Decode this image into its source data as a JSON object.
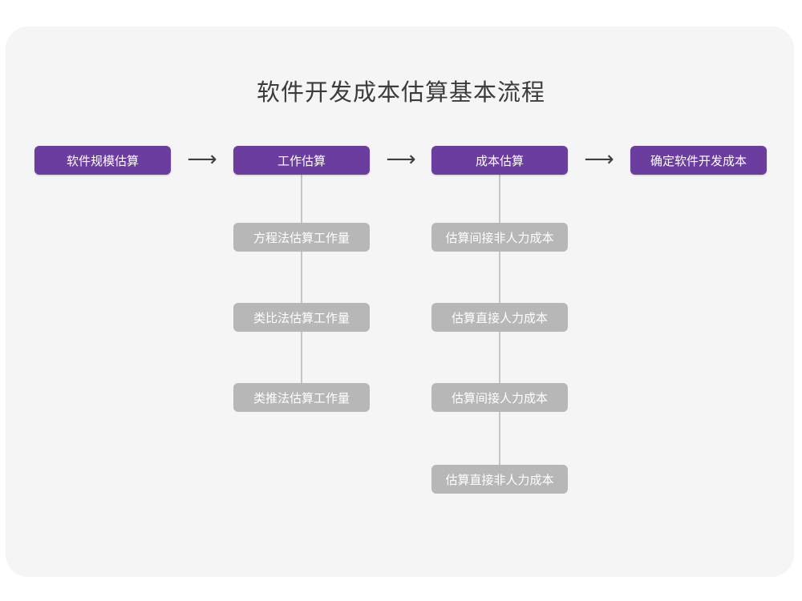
{
  "page": {
    "background": "#ffffff",
    "card_background": "#f5f5f5"
  },
  "title": "软件开发成本估算基本流程",
  "colors": {
    "primary": "#6b3d9e",
    "secondary": "#b7b7b7",
    "connector": "#c6c6c6",
    "title_text": "#3c3c3c",
    "node_text": "#ffffff"
  },
  "arrows": {
    "glyph": "⟶",
    "items": [
      {
        "id": "arrow-1",
        "from": "软件规模估算",
        "to": "工作估算"
      },
      {
        "id": "arrow-2",
        "from": "工作估算",
        "to": "成本估算"
      },
      {
        "id": "arrow-3",
        "from": "成本估算",
        "to": "确定软件开发成本"
      }
    ]
  },
  "flow": {
    "main_steps": [
      {
        "id": "step-1",
        "label": "软件规模估算",
        "type": "primary"
      },
      {
        "id": "step-2",
        "label": "工作估算",
        "type": "primary"
      },
      {
        "id": "step-3",
        "label": "成本估算",
        "type": "primary"
      },
      {
        "id": "step-4",
        "label": "确定软件开发成本",
        "type": "primary"
      }
    ],
    "sub_steps_effort": [
      {
        "id": "effort-1",
        "label": "方程法估算工作量",
        "type": "secondary"
      },
      {
        "id": "effort-2",
        "label": "类比法估算工作量",
        "type": "secondary"
      },
      {
        "id": "effort-3",
        "label": "类推法估算工作量",
        "type": "secondary"
      }
    ],
    "sub_steps_cost": [
      {
        "id": "cost-1",
        "label": "估算间接非人力成本",
        "type": "secondary"
      },
      {
        "id": "cost-2",
        "label": "估算直接人力成本",
        "type": "secondary"
      },
      {
        "id": "cost-3",
        "label": "估算间接人力成本",
        "type": "secondary"
      },
      {
        "id": "cost-4",
        "label": "估算直接非人力成本",
        "type": "secondary"
      }
    ]
  }
}
